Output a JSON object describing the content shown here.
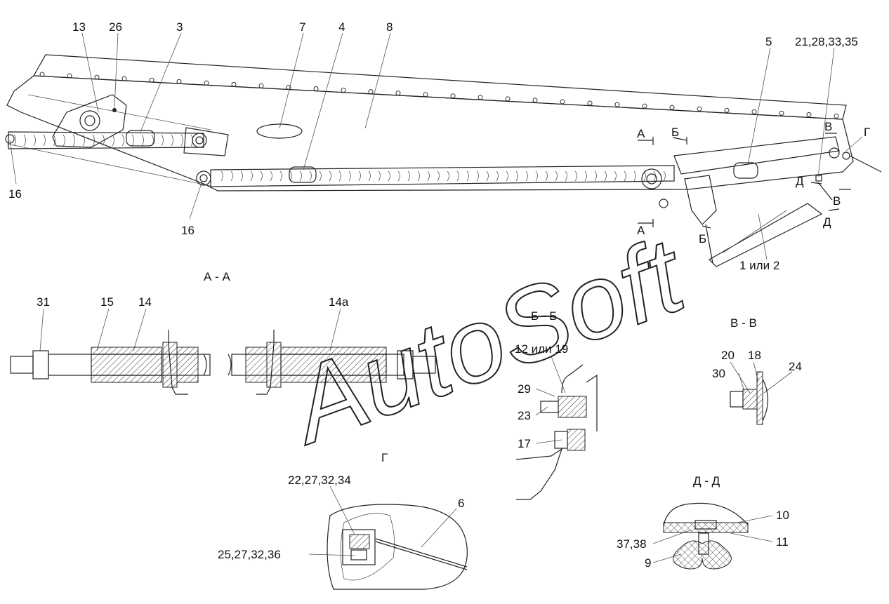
{
  "callouts": {
    "c13": "13",
    "c26": "26",
    "c3": "3",
    "c7": "7",
    "c4": "4",
    "c8": "8",
    "c5": "5",
    "c21": "21,28,33,35",
    "c16a": "16",
    "c16b": "16",
    "c1or2": "1 или 2",
    "c31": "31",
    "c15": "15",
    "c14": "14",
    "c14a": "14а",
    "c12or19": "12 или 19",
    "c29": "29",
    "c23": "23",
    "c17": "17",
    "c20": "20",
    "c18": "18",
    "c30": "30",
    "c24": "24",
    "c22": "22,27,32,34",
    "c6": "6",
    "c25": "25,27,32,36",
    "c10": "10",
    "c11": "11",
    "c3738": "37,38",
    "c9": "9"
  },
  "section_markers": {
    "a_top": "А",
    "a_bottom": "А",
    "b_top": "Б",
    "b_bottom": "Б",
    "v_top": "В",
    "v_bottom": "В",
    "g_top": "Г",
    "d_top": "Д",
    "d_bottom": "Д"
  },
  "section_titles": {
    "aa": "А - А",
    "bb": "Б - Б",
    "vv": "В - В",
    "g": "Г",
    "dd": "Д - Д"
  },
  "watermark": "AutoSoft"
}
